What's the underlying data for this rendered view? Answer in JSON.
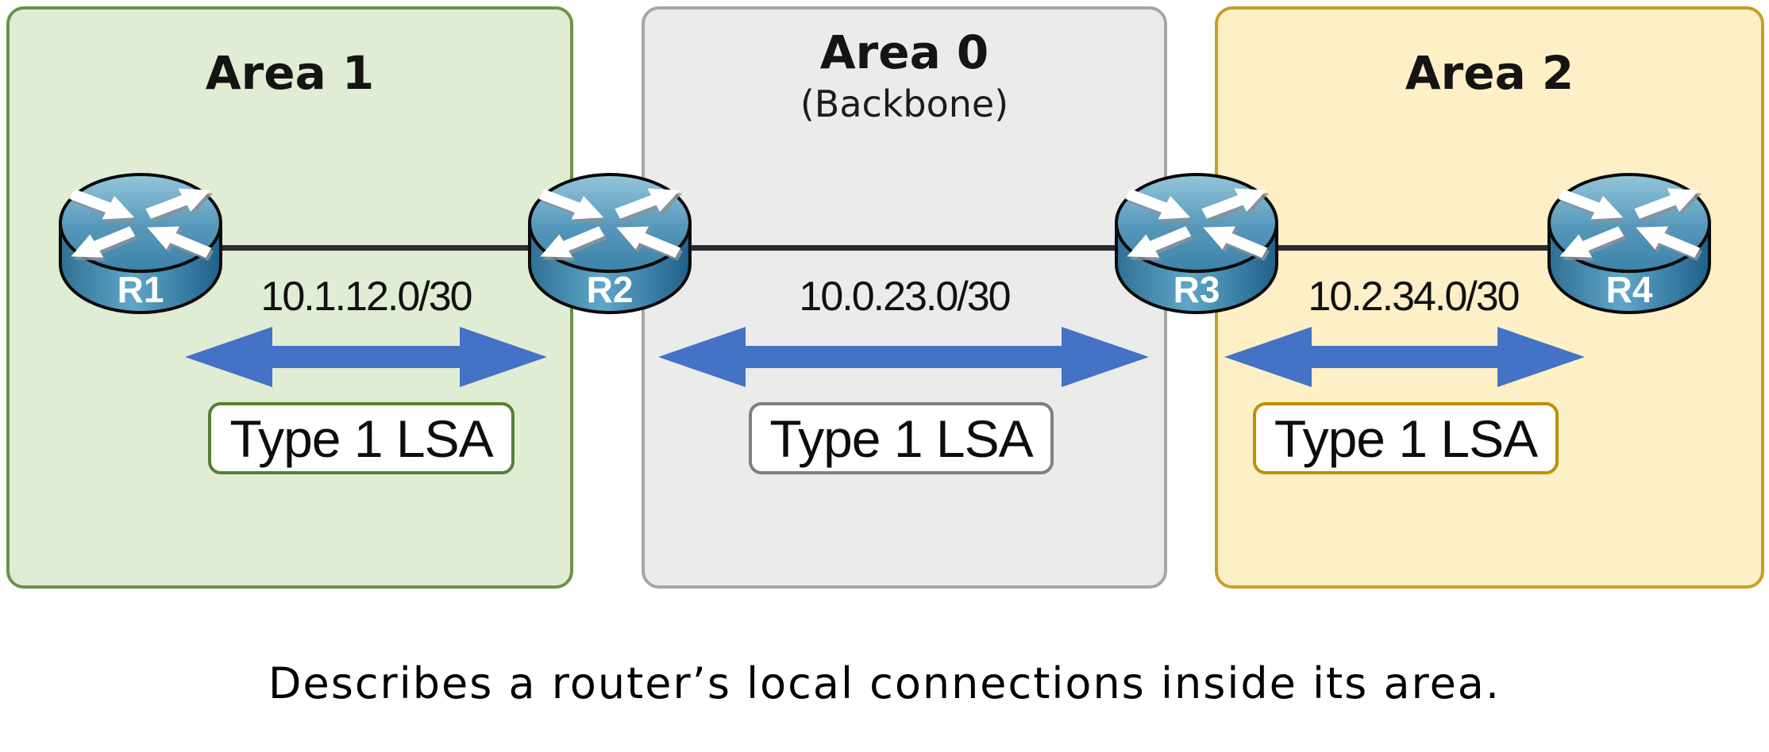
{
  "areas": [
    {
      "title": "Area 1",
      "subtitle": ""
    },
    {
      "title": "Area 0",
      "subtitle": "(Backbone)"
    },
    {
      "title": "Area 2",
      "subtitle": ""
    }
  ],
  "routers": [
    {
      "label": "R1"
    },
    {
      "label": "R2"
    },
    {
      "label": "R3"
    },
    {
      "label": "R4"
    }
  ],
  "links": [
    {
      "subnet": "10.1.12.0/30",
      "lsa_label": "Type 1 LSA"
    },
    {
      "subnet": "10.0.23.0/30",
      "lsa_label": "Type 1 LSA"
    },
    {
      "subnet": "10.2.34.0/30",
      "lsa_label": "Type 1 LSA"
    }
  ],
  "caption": {
    "text": "Describes a router’s local connections inside its area."
  },
  "colors": {
    "area1_bg": "#e0ecd3",
    "area1_border": "#6b9346",
    "lsa1_border": "#538135",
    "area0_bg": "#ebebeb",
    "area0_border": "#a6a6a6",
    "lsa0_border": "#7f7f7f",
    "area2_bg": "#fdefc6",
    "area2_border": "#c99e26",
    "lsa2_border": "#bf9000",
    "arrow_blue": "#4472c4",
    "router_blue": "#4387ac",
    "link_line": "#2a2e33"
  }
}
